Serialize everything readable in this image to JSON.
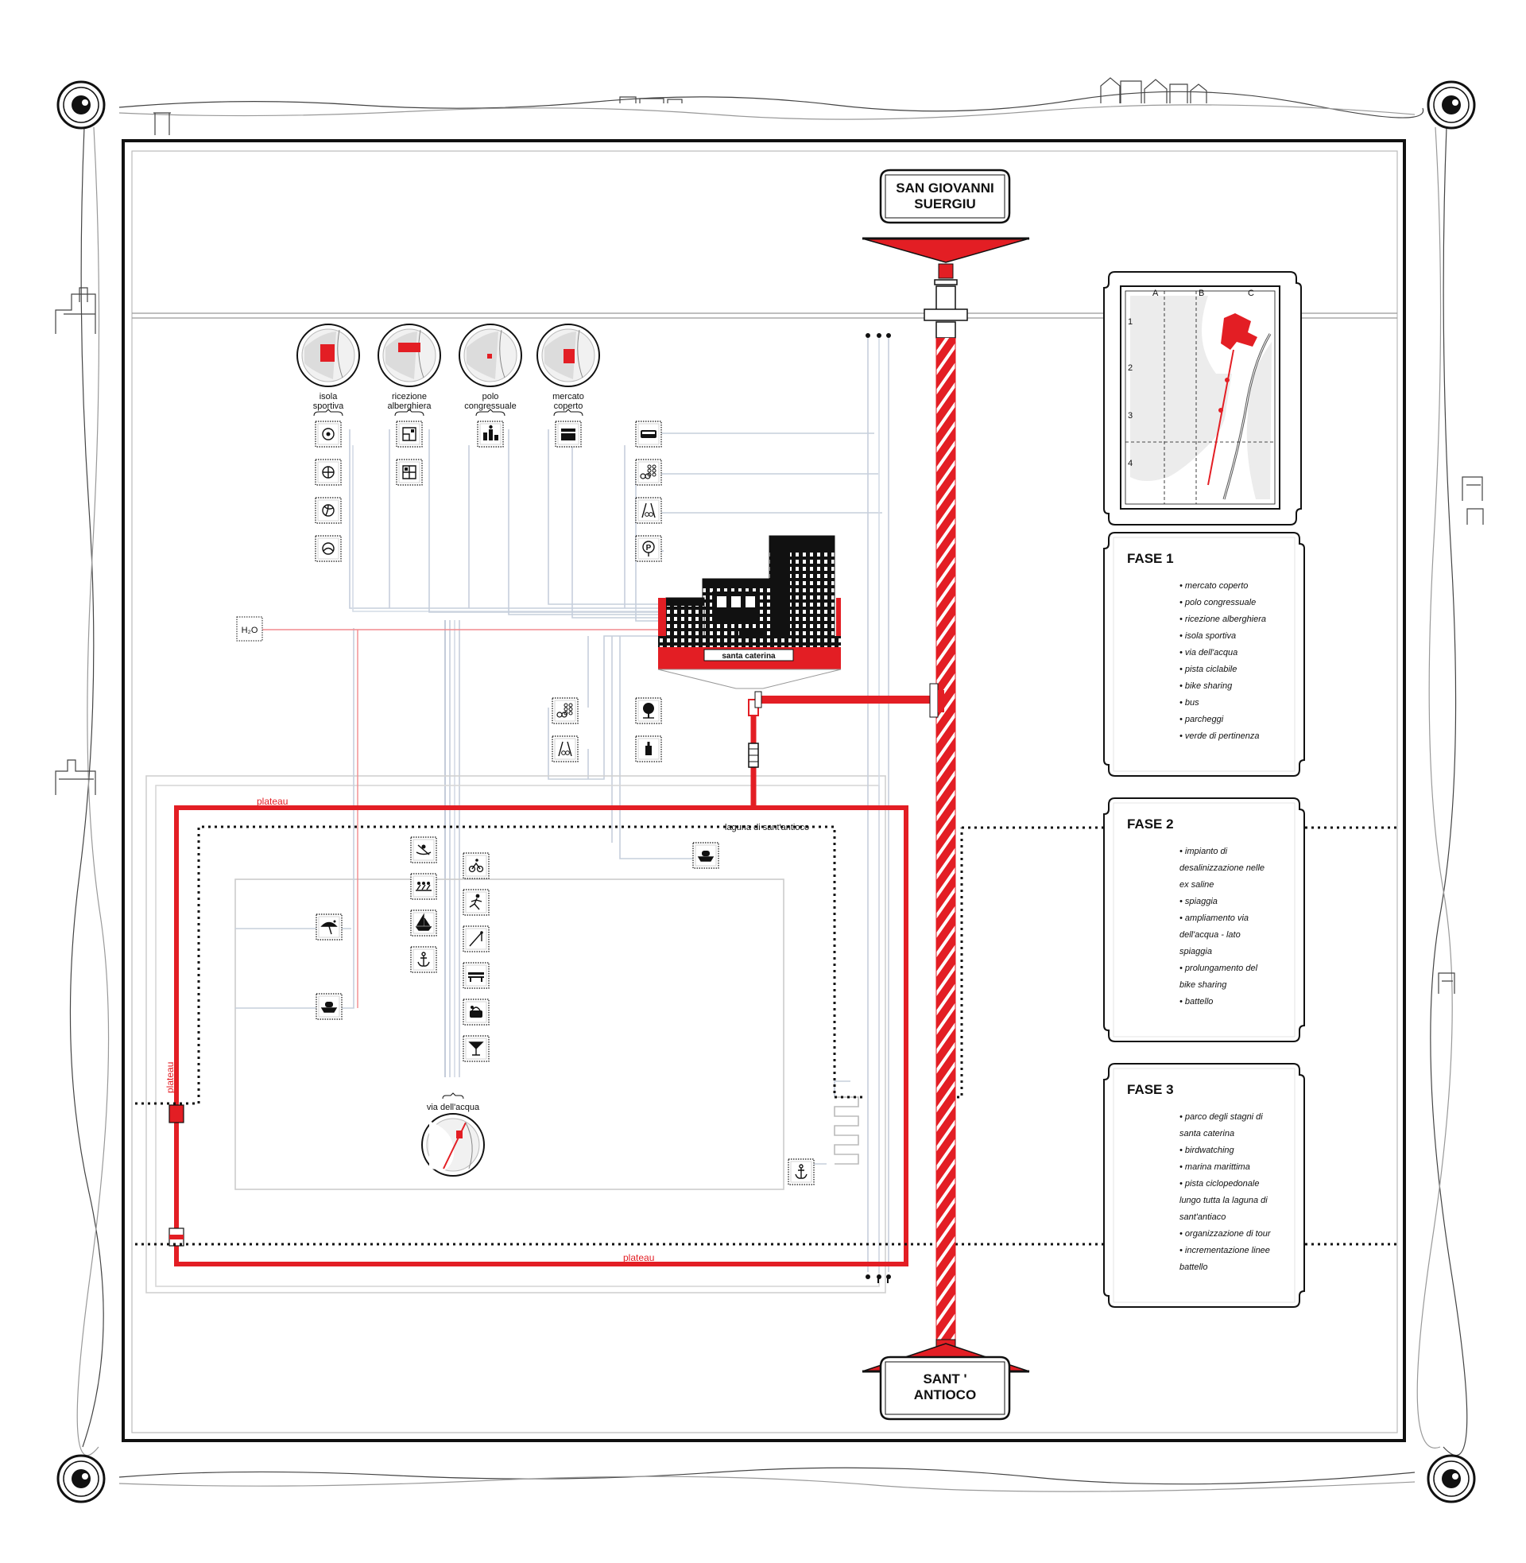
{
  "colors": {
    "accent": "#e31e24",
    "ink": "#111111",
    "line": "#c6cfdc",
    "paper": "#ffffff"
  },
  "terminals": {
    "north": "SAN GIOVANNI\nSUERGIU",
    "south": "SANT '\nANTIOCO"
  },
  "building": {
    "name": "santa caterina"
  },
  "functions": [
    {
      "label": "isola\nsportiva",
      "icons": [
        "soccer-icon",
        "basketball-icon",
        "volleyball-icon",
        "ball-icon"
      ]
    },
    {
      "label": "ricezione\nalberghiera",
      "icons": [
        "floorplan-icon",
        "hotel-plan-icon"
      ]
    },
    {
      "label": "polo\ncongressuale",
      "icons": [
        "conference-icon"
      ]
    },
    {
      "label": "mercato\ncoperto",
      "icons": [
        "market-stall-icon"
      ]
    }
  ],
  "mobility_icons": [
    "bus-icon",
    "bike-sharing-icon",
    "bike-path-icon",
    "parking-icon"
  ],
  "water_label": "H₂O",
  "lower_icons": {
    "centre_left": [
      "bike-sharing-icon",
      "bike-path-icon"
    ],
    "centre_right": [
      "tree-icon",
      "bottle-icon"
    ],
    "boat": "boat-icon"
  },
  "water_route": {
    "left_icons": [
      "kayak-icon",
      "rowing-icon",
      "sailboat-icon",
      "anchor-icon"
    ],
    "right_icons": [
      "cycling-icon",
      "running-icon",
      "fishing-icon",
      "bench-icon",
      "picnic-icon",
      "cocktail-icon"
    ],
    "label": "via dell'acqua"
  },
  "beach_icons": [
    "umbrella-icon",
    "boat-icon"
  ],
  "marina_icon": "anchor-icon",
  "plateau_labels": [
    "plateau",
    "plateau",
    "plateau"
  ],
  "lagoon_label": "laguna di sant'antioco",
  "map_labels": {
    "cols": [
      "A",
      "B",
      "C"
    ],
    "rows": [
      "1",
      "2",
      "3",
      "4"
    ]
  },
  "phases": [
    {
      "title": "FASE 1",
      "items": [
        "• mercato coperto",
        "• polo congressuale",
        "• ricezione alberghiera",
        "• isola sportiva",
        "• via dell'acqua",
        "• pista ciclabile",
        "• bike sharing",
        "• bus",
        "• parcheggi",
        "• verde di pertinenza"
      ]
    },
    {
      "title": "FASE 2",
      "items": [
        "• impianto di",
        "desalinizzazione nelle",
        "ex saline",
        "• spiaggia",
        "• ampliamento via",
        "dell'acqua - lato",
        "spiaggia",
        "• prolungamento del",
        "bike sharing",
        "• battello"
      ]
    },
    {
      "title": "FASE 3",
      "items": [
        "• parco degli stagni di",
        "santa caterina",
        "• birdwatching",
        "• marina marittima",
        "• pista ciclopedonale",
        "lungo tutta la laguna di",
        "sant'antiaco",
        "• organizzazione di tour",
        "• incrementazione linee",
        "battello"
      ]
    }
  ]
}
